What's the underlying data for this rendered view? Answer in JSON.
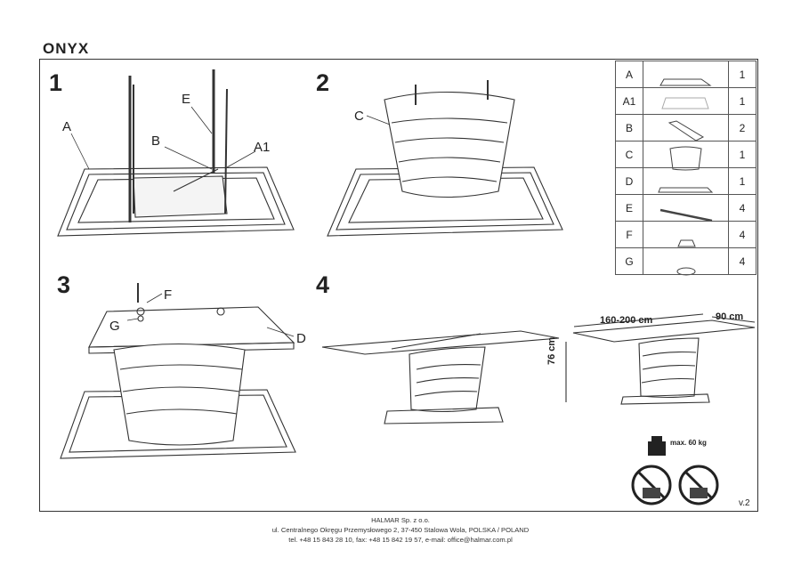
{
  "product": {
    "name": "ONYX"
  },
  "steps": [
    "1",
    "2",
    "3",
    "4"
  ],
  "callouts": {
    "a": "A",
    "a1": "A1",
    "b": "B",
    "c": "C",
    "d": "D",
    "e": "E",
    "f": "F",
    "g": "G"
  },
  "parts": [
    {
      "code": "A",
      "qty": "1"
    },
    {
      "code": "A1",
      "qty": "1"
    },
    {
      "code": "B",
      "qty": "2"
    },
    {
      "code": "C",
      "qty": "1"
    },
    {
      "code": "D",
      "qty": "1"
    },
    {
      "code": "E",
      "qty": "4"
    },
    {
      "code": "F",
      "qty": "4"
    },
    {
      "code": "G",
      "qty": "4"
    }
  ],
  "dimensions": {
    "length": "160-200 cm",
    "width": "90 cm",
    "height": "76 cm"
  },
  "warnings": {
    "max_weight": "max. 60 kg",
    "icons": [
      "weight-icon",
      "no-standing-icon",
      "no-climbing-icon"
    ]
  },
  "version": "v.2",
  "footer": {
    "company": "HALMAR Sp. z o.o.",
    "address": "ul. Centralnego Okręgu Przemysłowego 2, 37-450 Stalowa Wola, POLSKA / POLAND",
    "contact": "tel. +48 15 843 28 10, fax: +48 15 842 19 57, e-mail: office@halmar.com.pl"
  }
}
